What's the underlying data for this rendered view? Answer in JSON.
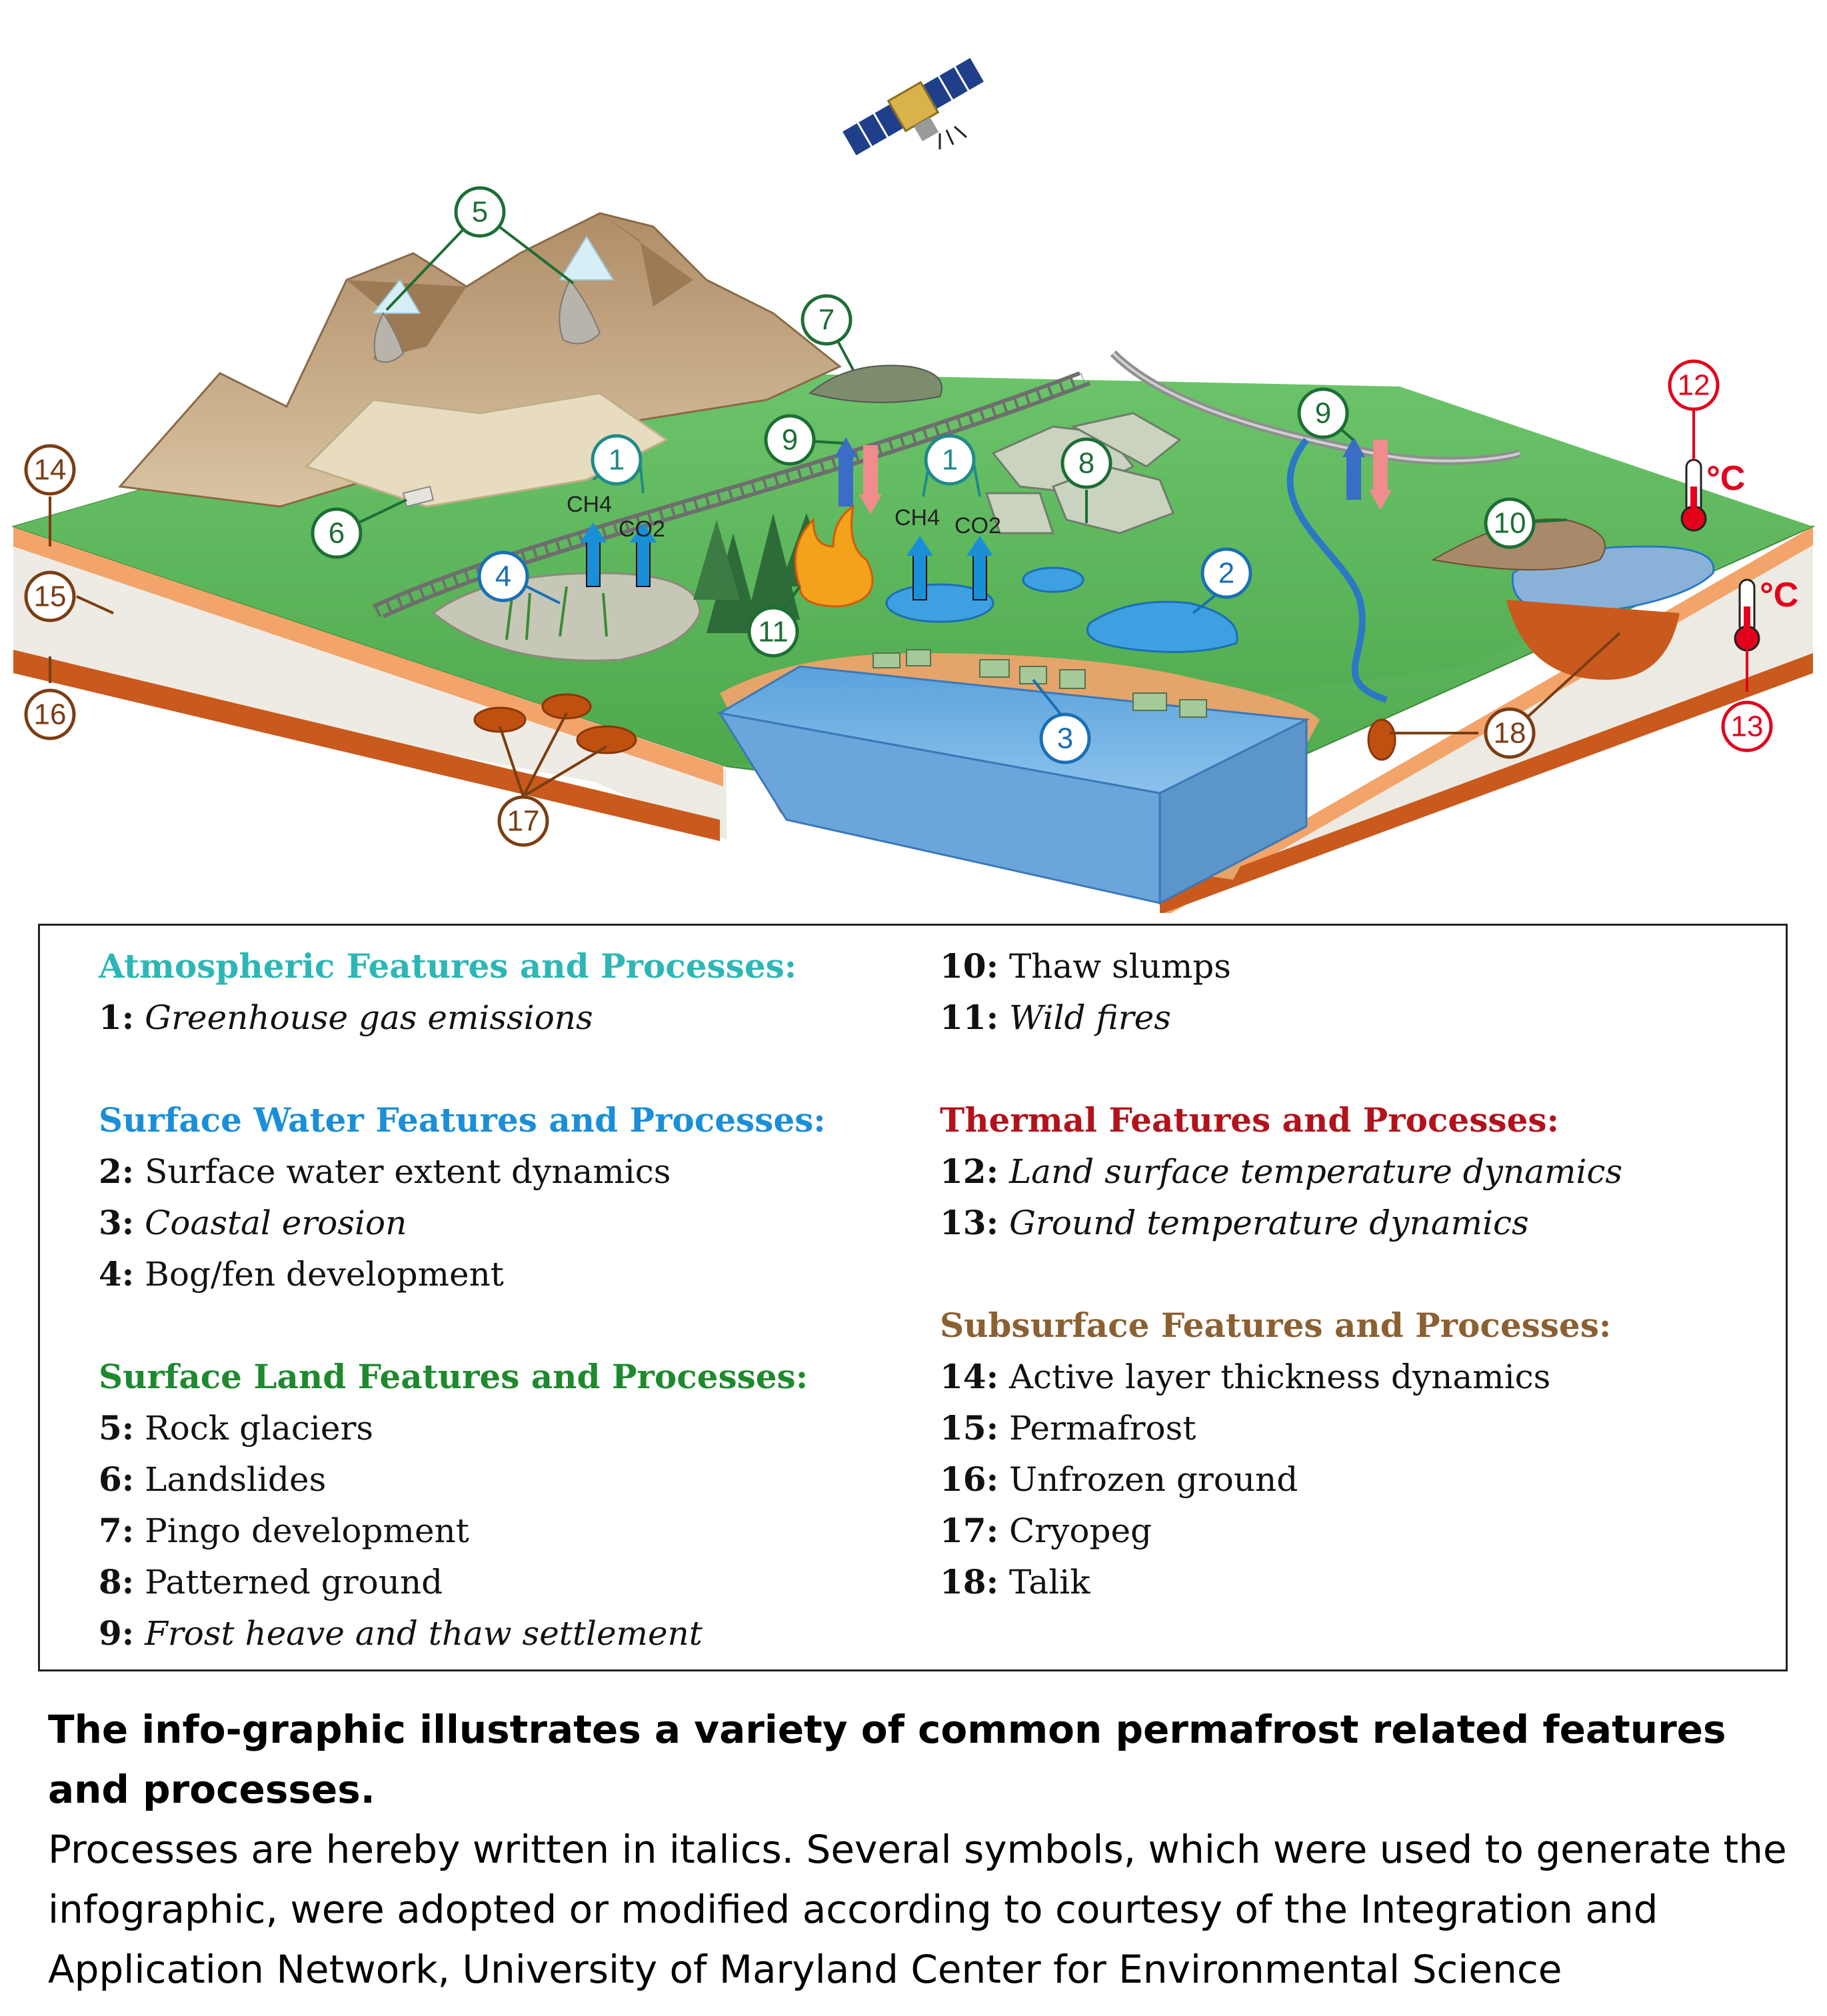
{
  "diagram": {
    "gas_labels": {
      "ch4": "CH4",
      "co2": "CO2"
    },
    "unit_label": "°C",
    "markers": [
      {
        "num": "1",
        "category": "atmospheric"
      },
      {
        "num": "1",
        "category": "atmospheric"
      },
      {
        "num": "2",
        "category": "water"
      },
      {
        "num": "3",
        "category": "water"
      },
      {
        "num": "4",
        "category": "water"
      },
      {
        "num": "5",
        "category": "land"
      },
      {
        "num": "6",
        "category": "land"
      },
      {
        "num": "7",
        "category": "land"
      },
      {
        "num": "8",
        "category": "land"
      },
      {
        "num": "9",
        "category": "land"
      },
      {
        "num": "9",
        "category": "land"
      },
      {
        "num": "10",
        "category": "land"
      },
      {
        "num": "11",
        "category": "land"
      },
      {
        "num": "12",
        "category": "thermal"
      },
      {
        "num": "13",
        "category": "thermal"
      },
      {
        "num": "14",
        "category": "subsurface"
      },
      {
        "num": "15",
        "category": "subsurface"
      },
      {
        "num": "16",
        "category": "subsurface"
      },
      {
        "num": "17",
        "category": "subsurface"
      },
      {
        "num": "18",
        "category": "subsurface"
      }
    ]
  },
  "colors": {
    "atmospheric": "#2eb6b6",
    "water": "#1a8fd8",
    "land": "#1e8a2e",
    "thermal": "#b3121c",
    "subsurface": "#8b6032",
    "marker_water": "#1a6fb3",
    "marker_land": "#1d6e35",
    "marker_atmo": "#208a8a",
    "marker_thermal": "#e3001b",
    "marker_subsurface": "#7a3d12"
  },
  "legend": {
    "left": {
      "atmospheric": {
        "heading": "Atmospheric Features and Processes:",
        "items": [
          {
            "num": "1:",
            "text": "Greenhouse gas emissions",
            "italic": true
          }
        ]
      },
      "water": {
        "heading": "Surface Water Features and Processes:",
        "items": [
          {
            "num": "2:",
            "text": "Surface water extent dynamics",
            "italic": false
          },
          {
            "num": "3:",
            "text": "Coastal erosion",
            "italic": true
          },
          {
            "num": "4:",
            "text": "Bog/fen development",
            "italic": false
          }
        ]
      },
      "land": {
        "heading": "Surface Land Features and Processes:",
        "items": [
          {
            "num": "5:",
            "text": "Rock glaciers",
            "italic": false
          },
          {
            "num": "6:",
            "text": "Landslides",
            "italic": false
          },
          {
            "num": "7:",
            "text": "Pingo development",
            "italic": false
          },
          {
            "num": "8:",
            "text": "Patterned ground",
            "italic": false
          },
          {
            "num": "9:",
            "text": "Frost heave and thaw settlement",
            "italic": true
          }
        ]
      }
    },
    "right": {
      "land_cont": {
        "items": [
          {
            "num": "10:",
            "text": "Thaw slumps",
            "italic": false
          },
          {
            "num": "11:",
            "text": "Wild fires",
            "italic": true
          }
        ]
      },
      "thermal": {
        "heading": "Thermal Features and Processes:",
        "items": [
          {
            "num": "12:",
            "text": "Land surface temperature dynamics",
            "italic": true
          },
          {
            "num": "13:",
            "text": "Ground temperature dynamics",
            "italic": true
          }
        ]
      },
      "subsurface": {
        "heading": "Subsurface Features and Processes:",
        "items": [
          {
            "num": "14:",
            "text": "Active layer thickness dynamics",
            "italic": false
          },
          {
            "num": "15:",
            "text": "Permafrost",
            "italic": false
          },
          {
            "num": "16:",
            "text": "Unfrozen ground",
            "italic": false
          },
          {
            "num": "17:",
            "text": "Cryopeg",
            "italic": false
          },
          {
            "num": "18:",
            "text": "Talik",
            "italic": false
          }
        ]
      }
    }
  },
  "caption": {
    "title": "The info-graphic illustrates a variety of common permafrost related features and processes.",
    "body": "Processes are hereby written in italics. Several symbols, which were used to generate the infographic, were adopted or modified according to courtesy of the Integration and Application Network, University of Maryland Center for Environmental Science"
  }
}
